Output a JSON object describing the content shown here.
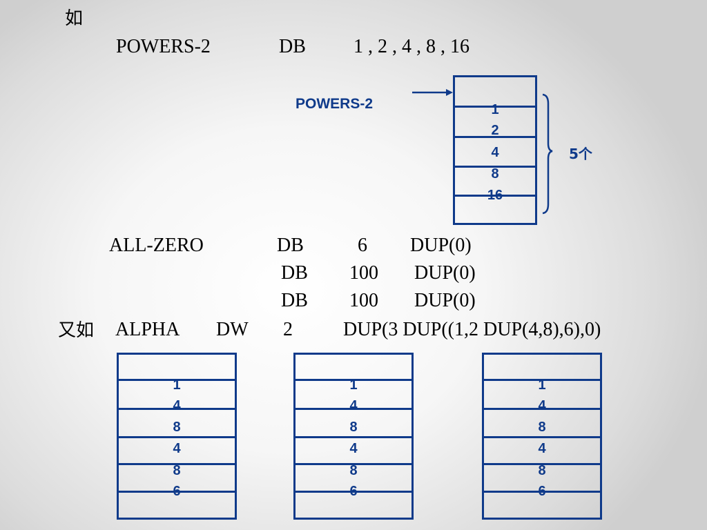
{
  "title_ru": "如",
  "line1": {
    "label": "POWERS-2",
    "op": "DB",
    "values": "1 , 2 , 4 , 8 , 16"
  },
  "powers_diagram": {
    "pointer_label": "POWERS-2",
    "cells": [
      "1",
      "2",
      "4",
      "8",
      "16"
    ],
    "brace_label": "5个"
  },
  "allzero": {
    "label": "ALL-ZERO",
    "rows": [
      {
        "op": "DB",
        "count": "6",
        "dup": "DUP(0)"
      },
      {
        "op": "DB",
        "count": "100",
        "dup": "DUP(0)"
      },
      {
        "op": "DB",
        "count": "100",
        "dup": "DUP(0)"
      }
    ]
  },
  "alpha": {
    "prefix": "又如",
    "label": "ALPHA",
    "op": "DW",
    "count": "2",
    "expr": "DUP(3 DUP((1,2 DUP(4,8),6),0)"
  },
  "alpha_boxes": [
    {
      "cells": [
        "1",
        "4",
        "8",
        "4",
        "8",
        "6"
      ]
    },
    {
      "cells": [
        "1",
        "4",
        "8",
        "4",
        "8",
        "6"
      ]
    },
    {
      "cells": [
        "1",
        "4",
        "8",
        "4",
        "8",
        "6"
      ]
    }
  ]
}
